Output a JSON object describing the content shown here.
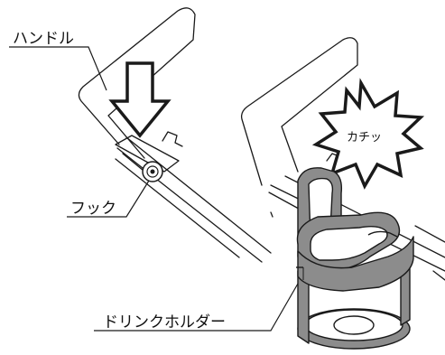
{
  "labels": {
    "handle": "ハンドル",
    "hook": "フック",
    "cup_holder": "ドリンクホルダー",
    "click_sound": "カチッ"
  },
  "icons": {
    "press_arrow": "down-arrow-icon",
    "click_burst": "starburst-icon"
  },
  "colors": {
    "line": "#1a1a1a",
    "holder_fill": "#8c8c8c",
    "holder_light": "#ffffff",
    "background": "#ffffff"
  }
}
